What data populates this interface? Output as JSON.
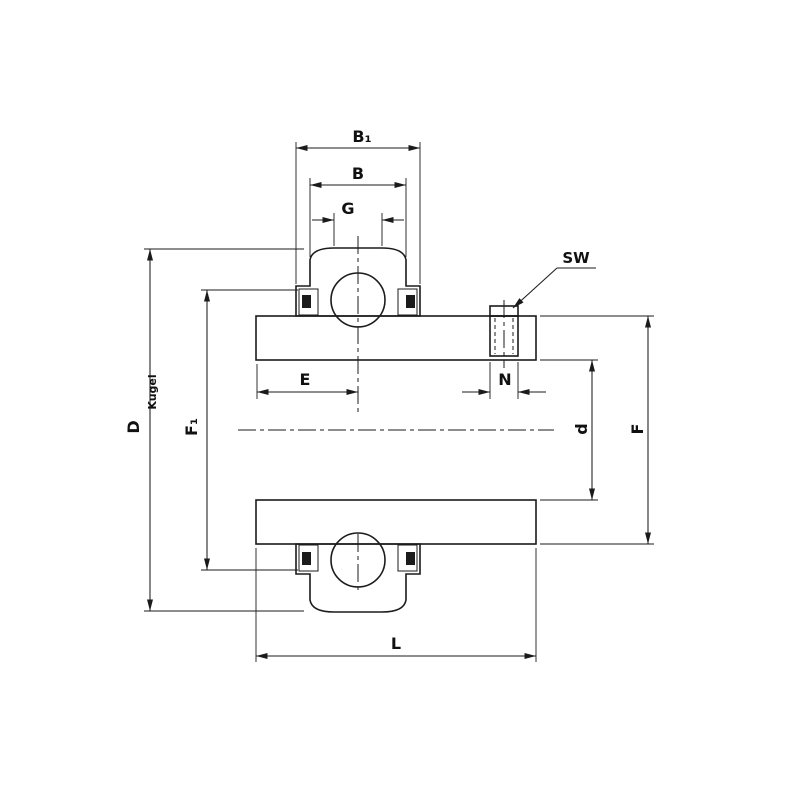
{
  "drawing": {
    "dimension_labels": {
      "b1": "B₁",
      "b": "B",
      "g": "G",
      "sw": "SW",
      "e": "E",
      "n": "N",
      "d_outer": "D",
      "kugel": "Kugel",
      "f1": "F₁",
      "d_bore": "d",
      "f": "F",
      "l": "L"
    },
    "colors": {
      "line": "#1b1b1b",
      "background": "#ffffff"
    }
  }
}
